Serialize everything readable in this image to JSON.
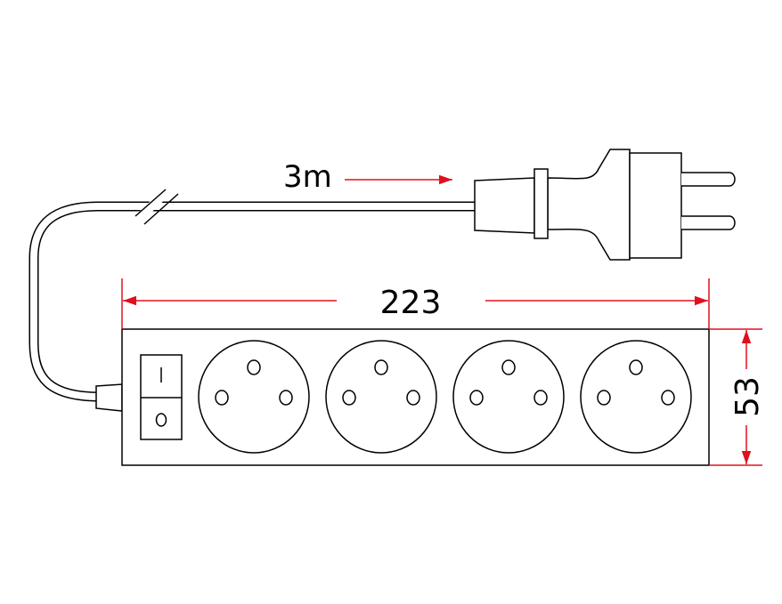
{
  "dimensions": {
    "cord_length": "3m",
    "width": "223",
    "height": "53"
  },
  "power_strip": {
    "socket_count": 4,
    "switch_on_symbol": "I",
    "switch_off_symbol": "O"
  },
  "colors": {
    "dimension_line": "#e0101c",
    "outline": "#000000"
  }
}
